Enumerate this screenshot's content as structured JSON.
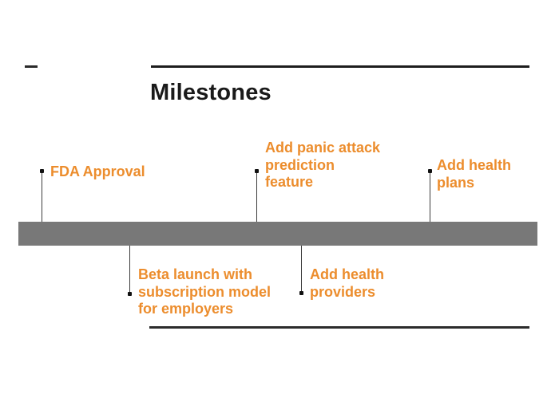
{
  "slide": {
    "title": "Milestones",
    "colors": {
      "accent_orange": "#EC8D2D",
      "timeline_bar_gray": "#787878",
      "rule_black": "#1D1D1D",
      "background": "#FFFFFF"
    }
  },
  "timeline": {
    "milestones": [
      {
        "label": "FDA Approval",
        "side": "above"
      },
      {
        "label": "Add panic attack\nprediction\nfeature",
        "side": "above"
      },
      {
        "label": "Add health\nplans",
        "side": "above"
      },
      {
        "label": "Beta launch with\nsubscription model\nfor employers",
        "side": "below"
      },
      {
        "label": "Add health\nproviders",
        "side": "below"
      }
    ]
  }
}
